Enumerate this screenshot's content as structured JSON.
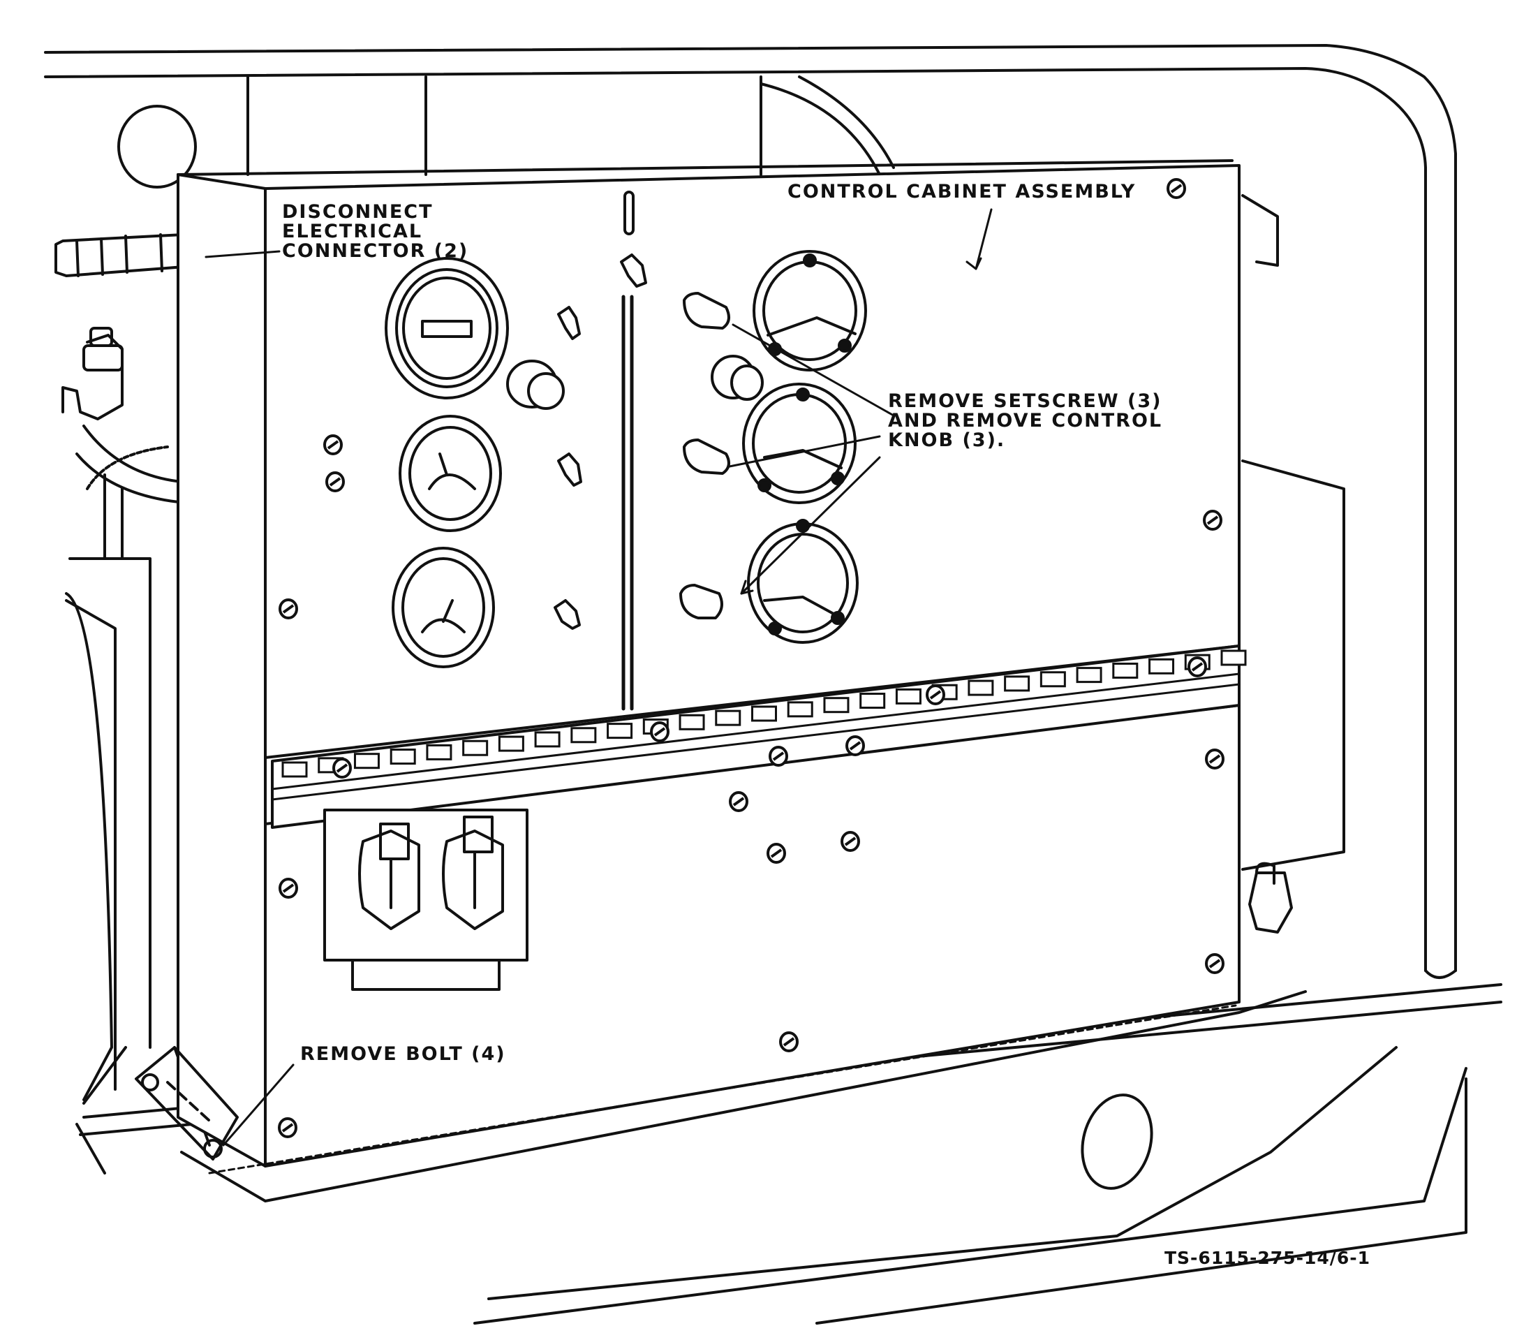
{
  "callouts": {
    "connector": [
      "DISCONNECT",
      "ELECTRICAL",
      "CONNECTOR (2)"
    ],
    "cabinet": "CONTROL CABINET ASSEMBLY",
    "setscrew": [
      "REMOVE SETSCREW (3)",
      "AND REMOVE CONTROL",
      "KNOB (3)."
    ],
    "bolt": "REMOVE BOLT (4)"
  },
  "figure_number": "TS-6115-275-14/6-1",
  "colors": {
    "ink": "#111111",
    "paper": "#ffffff"
  }
}
